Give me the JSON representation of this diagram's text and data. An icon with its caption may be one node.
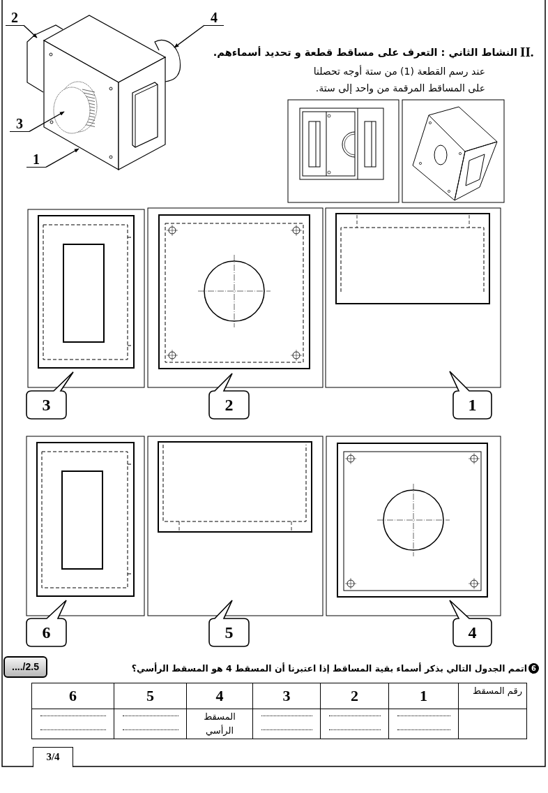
{
  "diagram": {
    "title": "النشاط الثاني : التعرف على مساقط قطعة و تحديد أسماءهم.",
    "nodes": [
      {
        "text": [
          "2"
        ]
      },
      {
        "text": [
          "4"
        ]
      },
      {
        "text": [
          "3"
        ]
      },
      {
        "text": [
          "1"
        ]
      },
      {
        "text": [
          "..../2.5"
        ]
      },
      {
        "text": [
          "3"
        ]
      },
      {
        "text": [
          "2"
        ]
      },
      {
        "text": [
          "1"
        ]
      },
      {
        "text": [
          "6"
        ]
      },
      {
        "text": [
          "5"
        ]
      },
      {
        "text": [
          "4"
        ]
      },
      {
        "text": [
          "3/4"
        ]
      }
    ],
    "edges": [
      {
        "from": 0,
        "to": null,
        "arrow": "to"
      },
      {
        "from": 1,
        "to": null,
        "arrow": "to"
      },
      {
        "from": 2,
        "to": null,
        "arrow": "to"
      },
      {
        "from": 3,
        "to": null,
        "arrow": "to"
      }
    ],
    "labels": [
      "II.",
      "عند رسم القطعة (1) من ستة أوجه تحصلنا على المساقط المرقمة من واحد إلى ستة.",
      "6",
      "اتمم الجدول التالي بذكر أسماء بقية المساقط إذا اعتبرنا أن المسقط 4 هو المسقط الرأسي؟",
      "رقم المسقط",
      "1",
      "2",
      "3",
      "4",
      "5",
      "6",
      "المسقط الرأسي"
    ]
  }
}
